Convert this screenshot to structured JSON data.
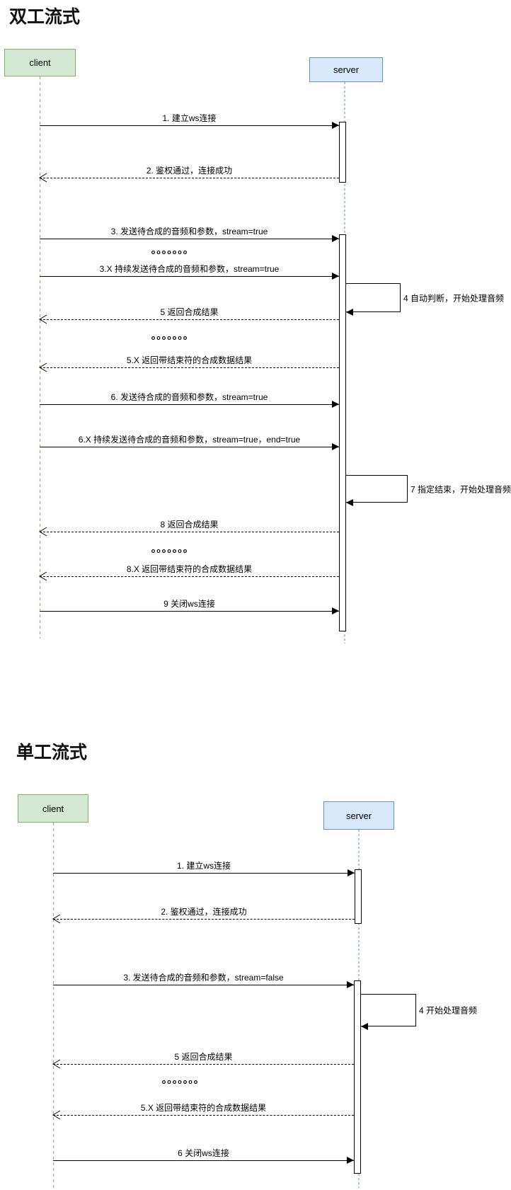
{
  "colors": {
    "client_fill": "#d5e8d4",
    "client_stroke": "#82b366",
    "server_fill": "#dae8fc",
    "server_stroke": "#6c8ebf",
    "message_line": "#000000"
  },
  "diagrams": [
    {
      "title": "双工流式",
      "client_label": "client",
      "server_label": "server",
      "items": [
        {
          "kind": "message",
          "style": "solid",
          "direction": "right",
          "label": "1. 建立ws连接"
        },
        {
          "kind": "message",
          "style": "dashed",
          "direction": "left",
          "label": "2. 鉴权通过，连接成功"
        },
        {
          "kind": "message",
          "style": "solid",
          "direction": "right",
          "label": "3. 发送待合成的音频和参数，stream=true"
        },
        {
          "kind": "dots",
          "label": "ooooooo"
        },
        {
          "kind": "message",
          "style": "solid",
          "direction": "right",
          "label": "3.X 持续发送待合成的音频和参数，stream=true"
        },
        {
          "kind": "self",
          "label": "4 自动判断，开始处理音频"
        },
        {
          "kind": "message",
          "style": "dashed",
          "direction": "left",
          "label": "5 返回合成结果"
        },
        {
          "kind": "dots",
          "label": "ooooooo"
        },
        {
          "kind": "message",
          "style": "dashed",
          "direction": "left",
          "label": "5.X 返回带结束符的合成数据结果"
        },
        {
          "kind": "message",
          "style": "solid",
          "direction": "right",
          "label": "6. 发送待合成的音频和参数，stream=true"
        },
        {
          "kind": "message",
          "style": "solid",
          "direction": "right",
          "label": "6.X 持续发送待合成的音频和参数，stream=true，end=true"
        },
        {
          "kind": "self",
          "label": "7 指定结束，开始处理音频"
        },
        {
          "kind": "message",
          "style": "dashed",
          "direction": "left",
          "label": "8 返回合成结果"
        },
        {
          "kind": "dots",
          "label": "ooooooo"
        },
        {
          "kind": "message",
          "style": "dashed",
          "direction": "left",
          "label": "8.X 返回带结束符的合成数据结果"
        },
        {
          "kind": "message",
          "style": "solid",
          "direction": "right",
          "label": "9 关闭ws连接"
        }
      ]
    },
    {
      "title": "单工流式",
      "client_label": "client",
      "server_label": "server",
      "items": [
        {
          "kind": "message",
          "style": "solid",
          "direction": "right",
          "label": "1. 建立ws连接"
        },
        {
          "kind": "message",
          "style": "dashed",
          "direction": "left",
          "label": "2. 鉴权通过，连接成功"
        },
        {
          "kind": "message",
          "style": "solid",
          "direction": "right",
          "label": "3. 发送待合成的音频和参数，stream=false"
        },
        {
          "kind": "self",
          "label": "4 开始处理音频"
        },
        {
          "kind": "message",
          "style": "dashed",
          "direction": "left",
          "label": "5 返回合成结果"
        },
        {
          "kind": "dots",
          "label": "ooooooo"
        },
        {
          "kind": "message",
          "style": "dashed",
          "direction": "left",
          "label": "5.X 返回带结束符的合成数据结果"
        },
        {
          "kind": "message",
          "style": "solid",
          "direction": "right",
          "label": "6 关闭ws连接"
        }
      ]
    }
  ]
}
